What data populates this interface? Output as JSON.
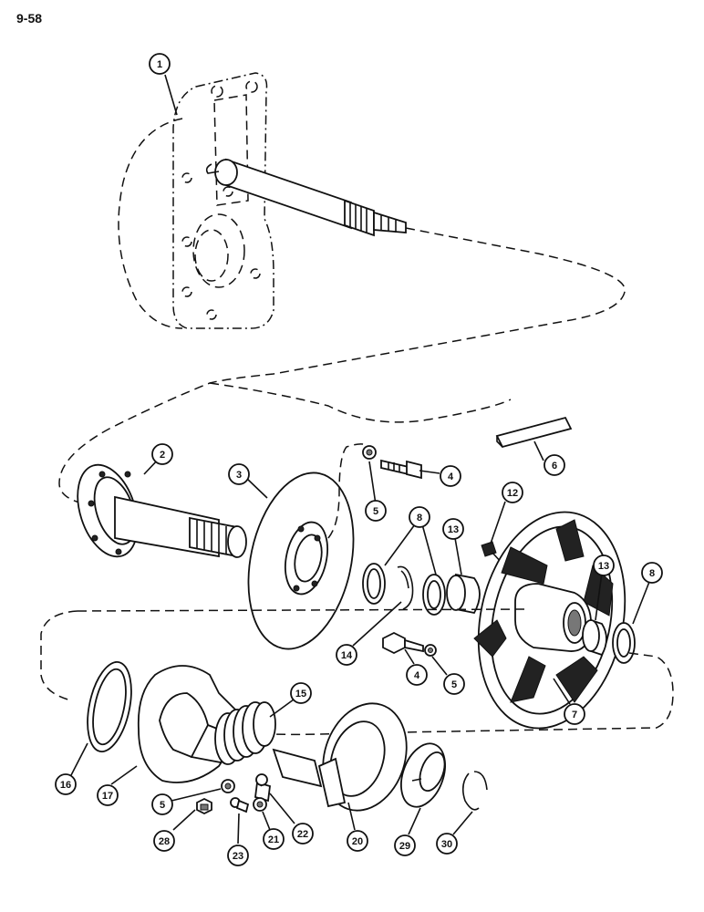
{
  "page_number": "9-58",
  "callouts": [
    {
      "key": "c1",
      "label": "1"
    },
    {
      "key": "c2",
      "label": "2"
    },
    {
      "key": "c3",
      "label": "3"
    },
    {
      "key": "c4a",
      "label": "4"
    },
    {
      "key": "c5a",
      "label": "5"
    },
    {
      "key": "c6",
      "label": "6"
    },
    {
      "key": "c8a",
      "label": "8"
    },
    {
      "key": "c12",
      "label": "12"
    },
    {
      "key": "c13a",
      "label": "13"
    },
    {
      "key": "c13b",
      "label": "13"
    },
    {
      "key": "c8b",
      "label": "8"
    },
    {
      "key": "c14",
      "label": "14"
    },
    {
      "key": "c4b",
      "label": "4"
    },
    {
      "key": "c5b",
      "label": "5"
    },
    {
      "key": "c7",
      "label": "7"
    },
    {
      "key": "c15",
      "label": "15"
    },
    {
      "key": "c16",
      "label": "16"
    },
    {
      "key": "c17",
      "label": "17"
    },
    {
      "key": "c5c",
      "label": "5"
    },
    {
      "key": "c28",
      "label": "28"
    },
    {
      "key": "c23",
      "label": "23"
    },
    {
      "key": "c21",
      "label": "21"
    },
    {
      "key": "c22",
      "label": "22"
    },
    {
      "key": "c20",
      "label": "20"
    },
    {
      "key": "c29",
      "label": "29"
    },
    {
      "key": "c30",
      "label": "30"
    }
  ]
}
